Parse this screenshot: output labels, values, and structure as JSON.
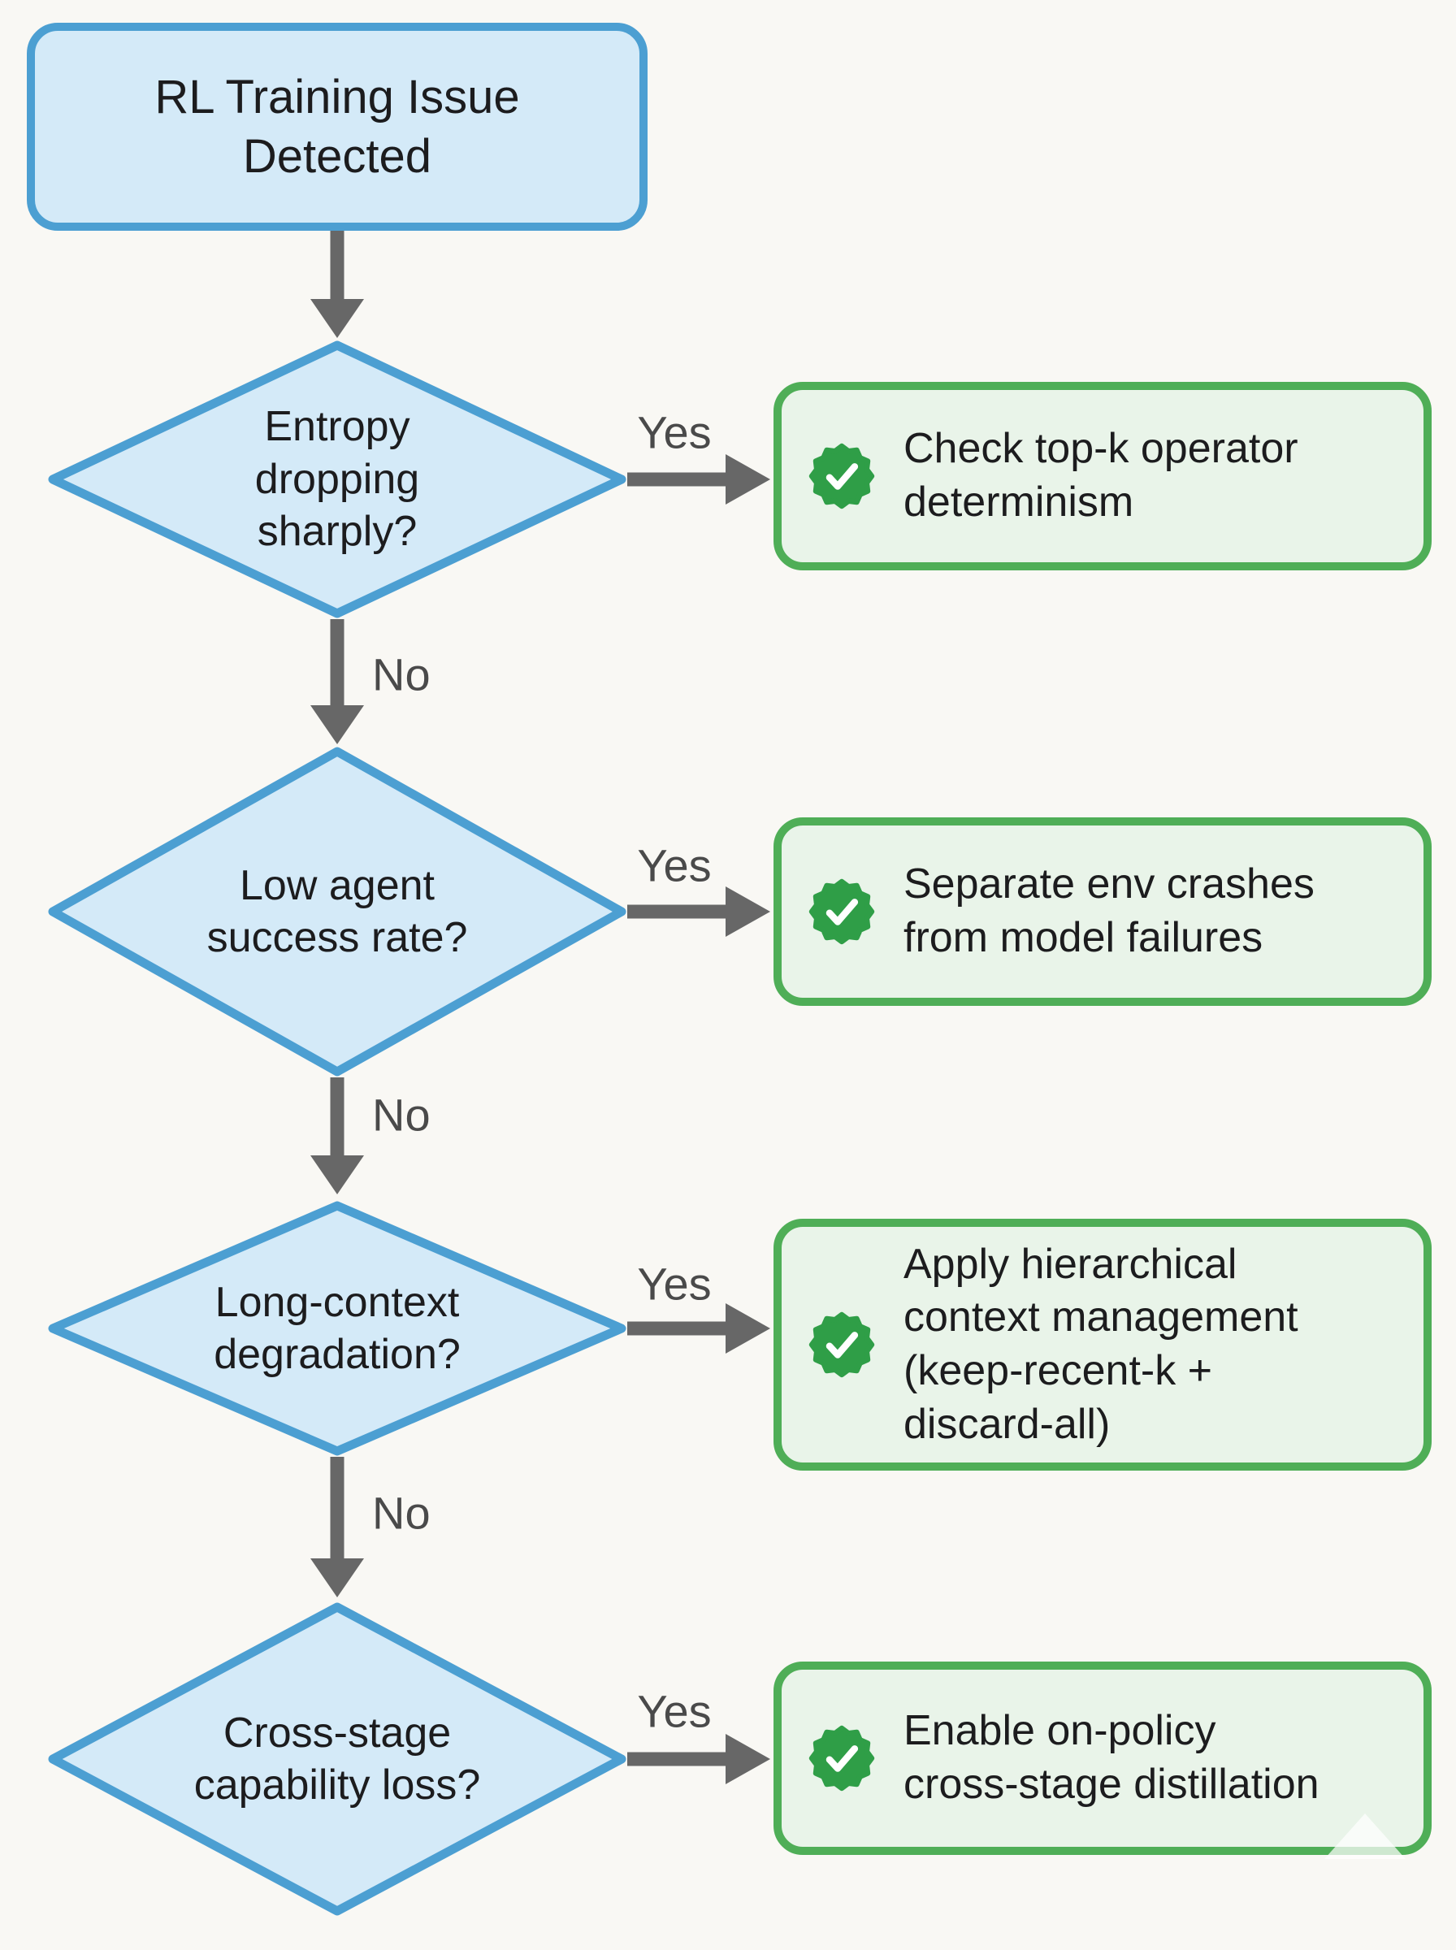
{
  "title": {
    "label": "RL Training Issue\nDetected"
  },
  "labels": {
    "yes": "Yes",
    "no": "No"
  },
  "colors": {
    "background": "#f9f8f4",
    "blue_border": "#4c9fd2",
    "blue_fill": "#d4eaf8",
    "green_border": "#4fae57",
    "green_fill": "#e9f4e9",
    "badge_green": "#2f9e47",
    "arrow_gray": "#676767",
    "edge_label_gray": "#4a4a4a",
    "text_dark": "#1c1c1e"
  },
  "icons": {
    "action_badge": "check-seal"
  },
  "steps": [
    {
      "question": "Entropy\ndropping\nsharply?",
      "yes_action": "Check top-k operator\ndeterminism"
    },
    {
      "question": "Low agent\nsuccess rate?",
      "yes_action": "Separate env crashes\nfrom model failures"
    },
    {
      "question": "Long-context\ndegradation?",
      "yes_action": "Apply hierarchical\ncontext management\n(keep-recent-k +\ndiscard-all)"
    },
    {
      "question": "Cross-stage\ncapability loss?",
      "yes_action": "Enable on-policy\ncross-stage distillation"
    }
  ]
}
